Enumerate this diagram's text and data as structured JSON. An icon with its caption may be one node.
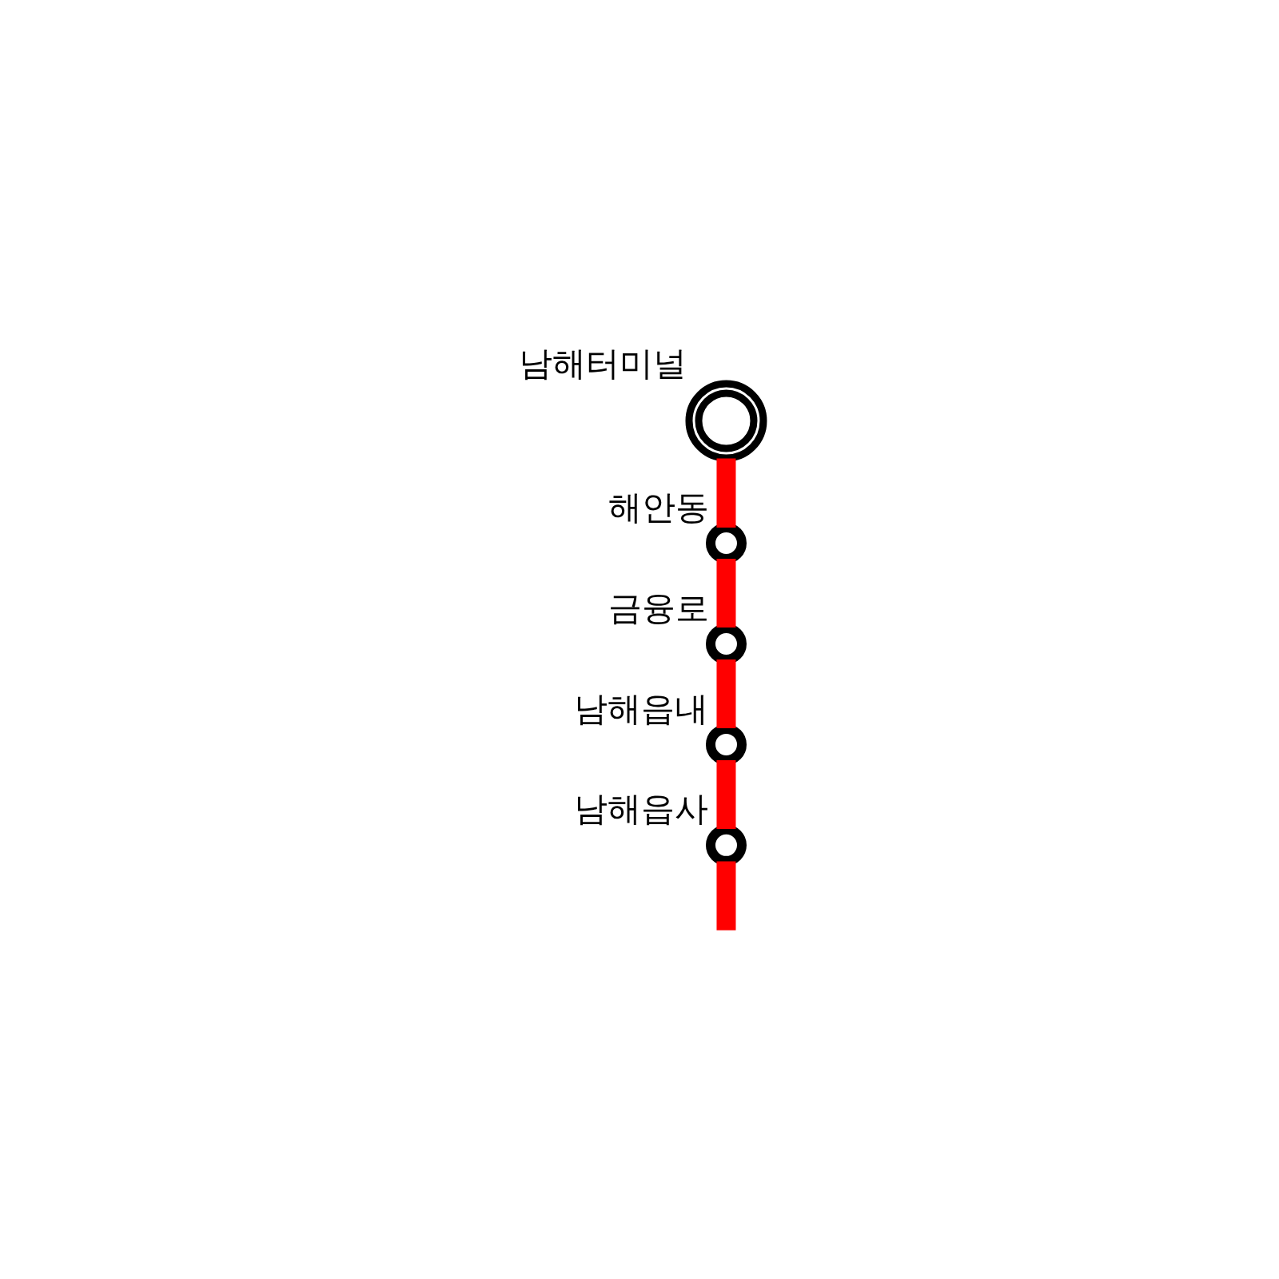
{
  "diagram": {
    "nodes": [
      {
        "text": [],
        "shape": "circle",
        "beside": [
          "남해터미널"
        ]
      },
      {
        "text": [],
        "shape": "circle",
        "beside": [
          "해안동"
        ]
      },
      {
        "text": [],
        "shape": "circle",
        "beside": [
          "금융로"
        ]
      },
      {
        "text": [],
        "shape": "circle",
        "beside": [
          "남해읍내"
        ]
      },
      {
        "text": [],
        "shape": "circle",
        "beside": [
          "남해읍사"
        ]
      }
    ],
    "edges": [
      {
        "from": 0,
        "to": 1,
        "arrow": "none"
      },
      {
        "from": 1,
        "to": 2,
        "arrow": "none"
      },
      {
        "from": 2,
        "to": 3,
        "arrow": "none"
      },
      {
        "from": 3,
        "to": 4,
        "arrow": "none"
      },
      {
        "from": 4,
        "to": null,
        "arrow": "none"
      }
    ]
  }
}
